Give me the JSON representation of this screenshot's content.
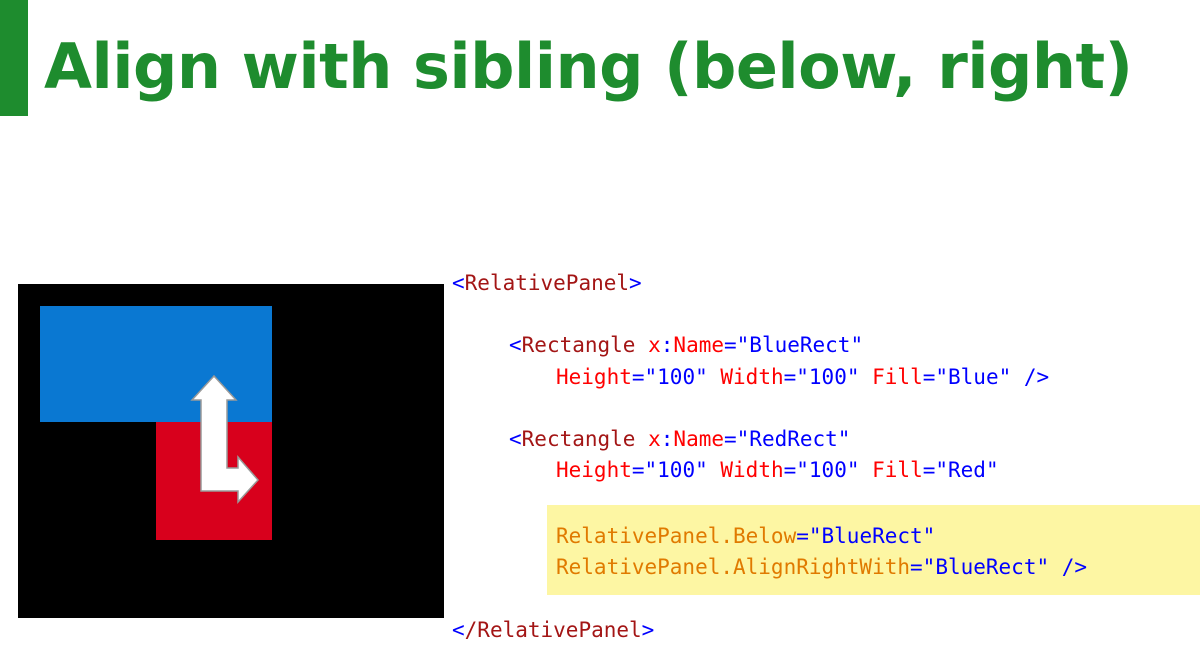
{
  "slide": {
    "title": "Align with sibling (below, right)"
  },
  "demo": {
    "blue_rect_color": "#0a78d2",
    "red_rect_color": "#d8001c",
    "canvas_color": "#000000",
    "arrow_icon": "up-then-right-arrow-icon"
  },
  "code": {
    "open_tag": "RelativePanel",
    "close_tag": "/RelativePanel",
    "blue_rect": {
      "element": "Rectangle",
      "name_prefix": "x",
      "name_attr": "Name",
      "name_value": "\"BlueRect\"",
      "height_attr": "Height",
      "height_value": "\"100\"",
      "width_attr": "Width",
      "width_value": "\"100\"",
      "fill_attr": "Fill",
      "fill_value": "\"Blue\"",
      "self_close": " />"
    },
    "red_rect": {
      "element": "Rectangle",
      "name_prefix": "x",
      "name_attr": "Name",
      "name_value": "\"RedRect\"",
      "height_attr": "Height",
      "height_value": "\"100\"",
      "width_attr": "Width",
      "width_value": "\"100\"",
      "fill_attr": "Fill",
      "fill_value": "\"Red\""
    },
    "highlight": {
      "below_prop": "RelativePanel.Below",
      "below_value": "\"BlueRect\"",
      "align_prop": "RelativePanel.AlignRightWith",
      "align_value": "\"BlueRect\"",
      "self_close": " />"
    }
  },
  "colors": {
    "title_green": "#1e8c2e",
    "highlight_yellow": "#fdf6a3",
    "tag_color": "#a31515",
    "attr_color": "#ff0000",
    "value_color": "#0000ff",
    "prop_color": "#e07a00"
  }
}
